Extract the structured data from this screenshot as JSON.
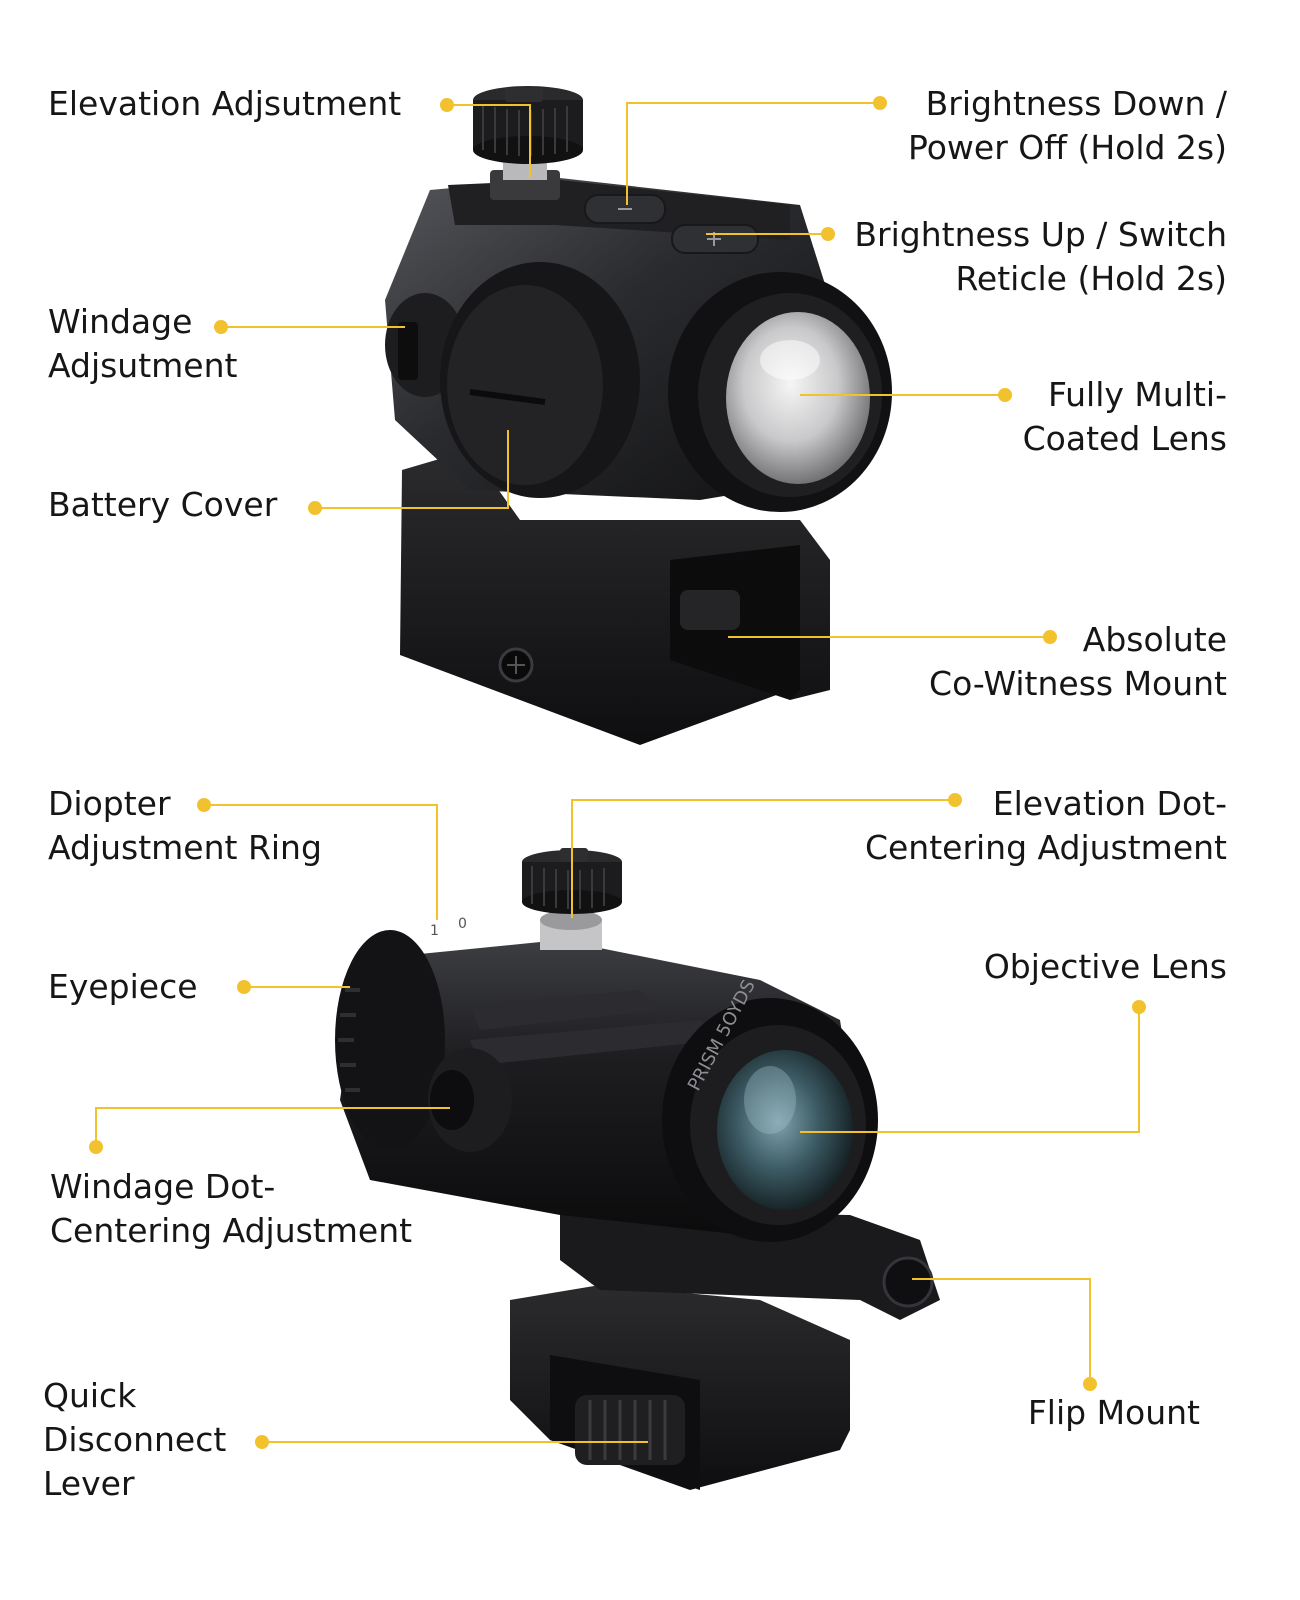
{
  "colors": {
    "callout": "#f2c12e",
    "text": "#161616",
    "background": "#ffffff",
    "body_dark": "#1b1b1d",
    "body_mid": "#2c2c2f",
    "body_light": "#4a4a4e"
  },
  "red_dot_sight": {
    "labels": {
      "elevation": [
        "Elevation Adjsutment"
      ],
      "brightness_down": [
        "Brightness Down /",
        "Power Off (Hold 2s)"
      ],
      "brightness_up": [
        "Brightness Up / Switch",
        "Reticle (Hold 2s)"
      ],
      "windage": [
        "Windage",
        "Adjsutment"
      ],
      "lens": [
        "Fully Multi-",
        "Coated Lens"
      ],
      "battery": [
        "Battery Cover"
      ],
      "mount": [
        "Absolute",
        "Co-Witness Mount"
      ]
    }
  },
  "magnifier": {
    "body_engraving": "PRISM 5OYDS",
    "labels": {
      "diopter": [
        "Diopter",
        "Adjustment Ring"
      ],
      "elevation": [
        "Elevation Dot-",
        "Centering Adjustment"
      ],
      "eyepiece": [
        "Eyepiece"
      ],
      "objective": [
        "Objective Lens"
      ],
      "windage": [
        "Windage Dot-",
        "Centering Adjustment"
      ],
      "flip_mount": [
        "Flip Mount"
      ],
      "quick_disconnect": [
        "Quick",
        "Disconnect",
        "Lever"
      ]
    }
  }
}
